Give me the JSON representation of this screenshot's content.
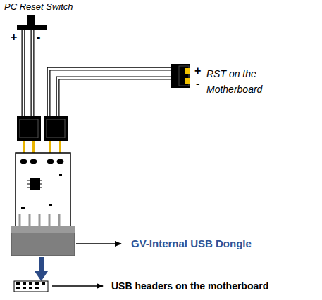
{
  "diagram": {
    "labels": [
      "PC Reset Switch",
      "+",
      "-",
      "+",
      "RST on the Motherboard",
      "-",
      "GV-Internal USB Dongle",
      "USB headers on the motherboard"
    ]
  }
}
